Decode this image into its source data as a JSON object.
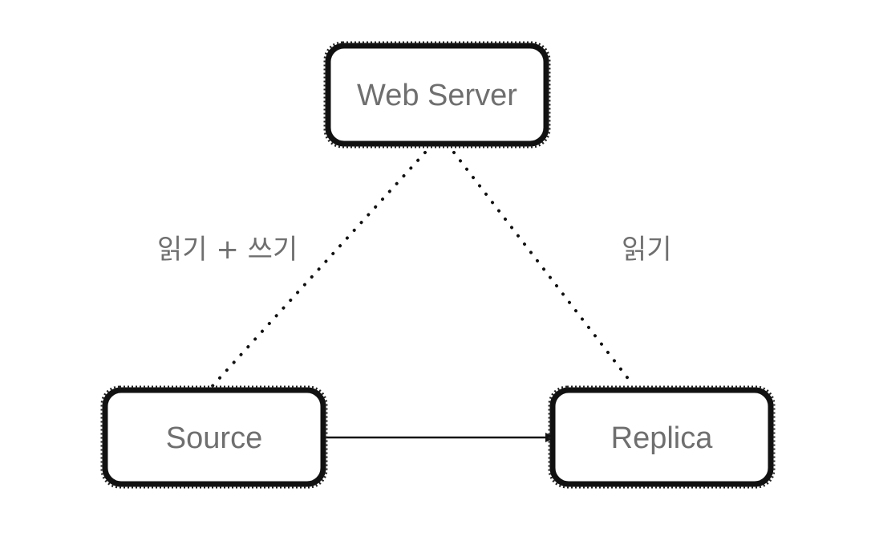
{
  "nodes": {
    "web_server": {
      "label": "Web Server"
    },
    "source": {
      "label": "Source"
    },
    "replica": {
      "label": "Replica"
    }
  },
  "edges": {
    "web_to_source": {
      "label": "읽기 + 쓰기",
      "style": "dotted"
    },
    "web_to_replica": {
      "label": "읽기",
      "style": "dotted"
    },
    "source_to_replica": {
      "label": "",
      "style": "solid-arrow"
    }
  },
  "colors": {
    "box_stroke": "#111111",
    "label_text": "#6f6f6f",
    "background": "#ffffff"
  }
}
